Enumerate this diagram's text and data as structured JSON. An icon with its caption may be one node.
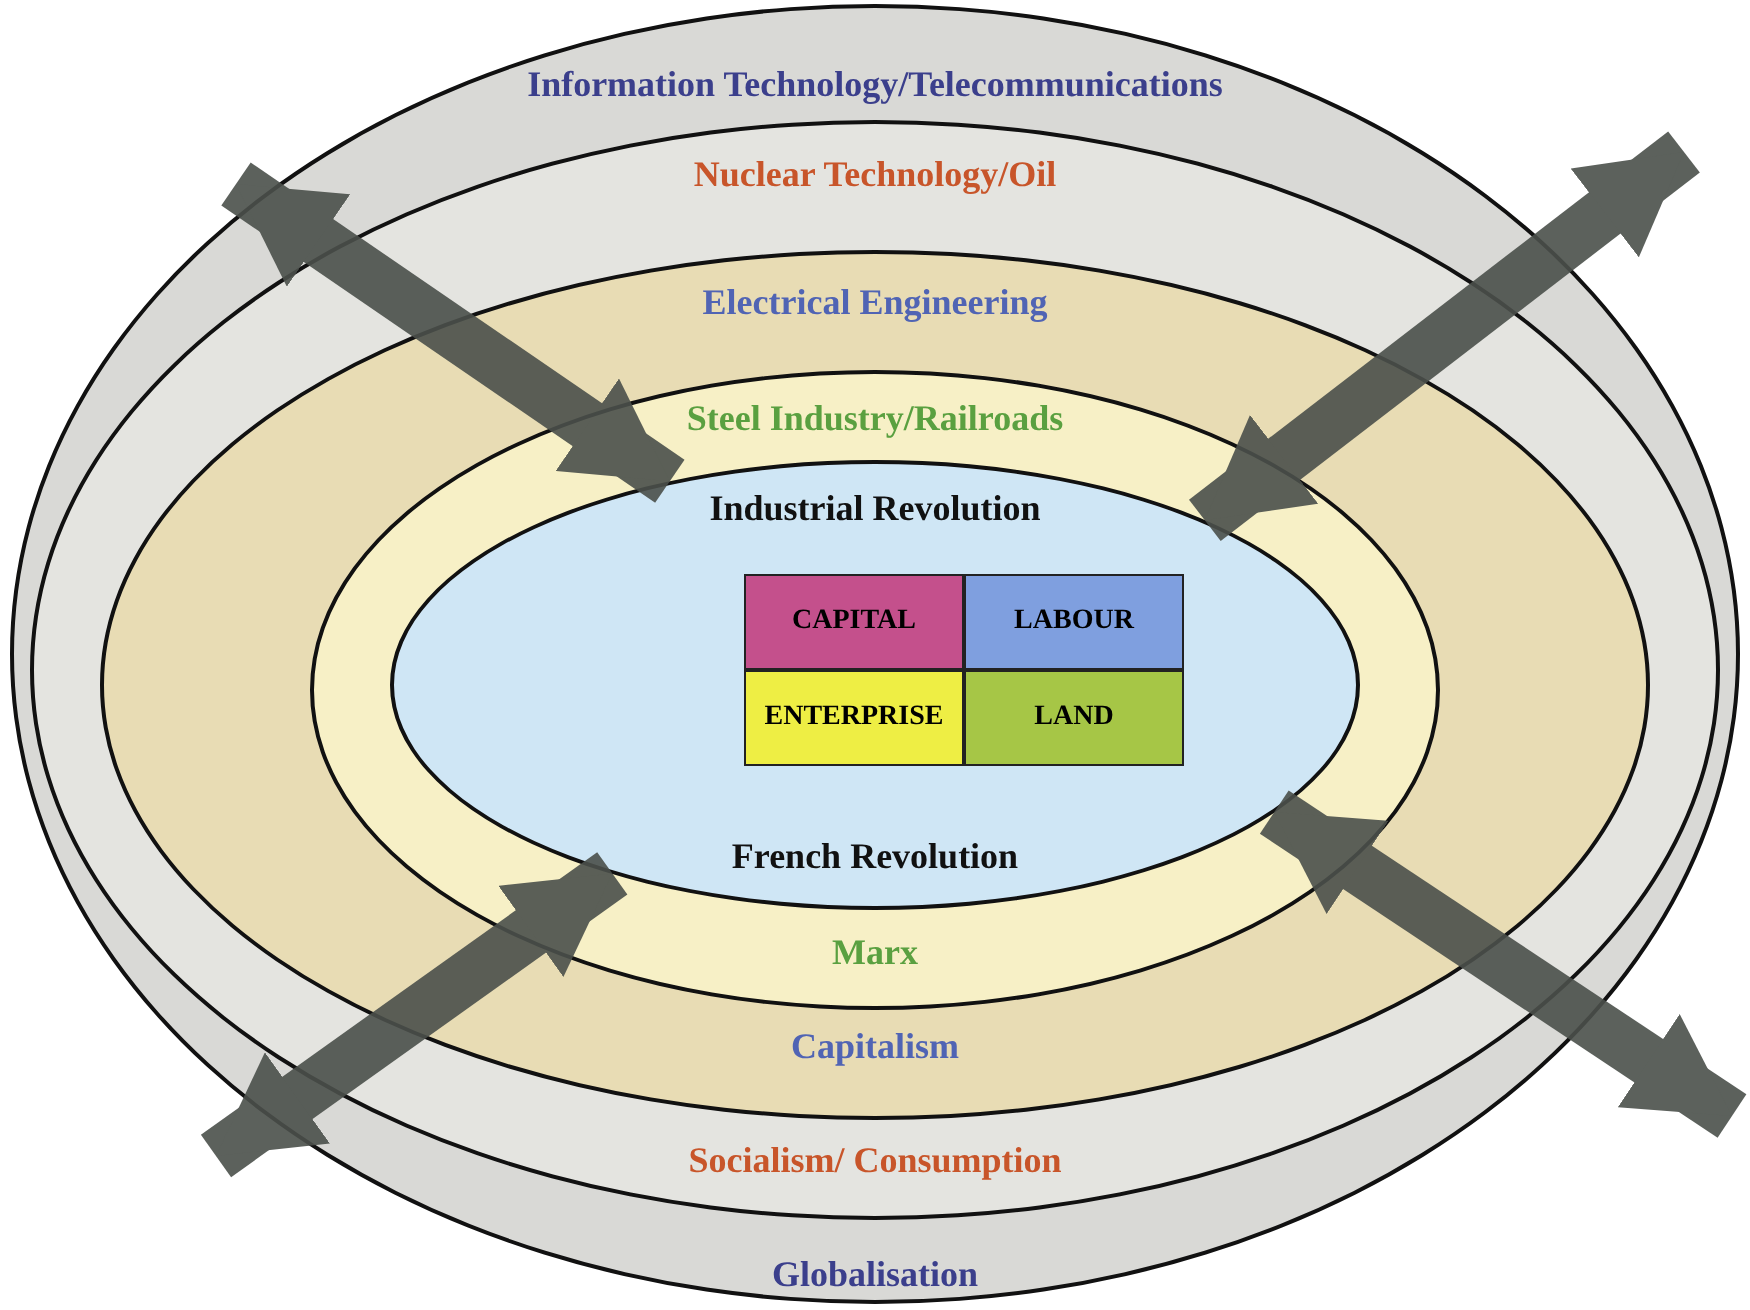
{
  "diagram": {
    "nodes": [
      {
        "text": [
          "Information Technology/Telecommunications",
          "Globalisation"
        ]
      },
      {
        "text": [
          "Nuclear Technology/Oil",
          "Socialism/ Consumption"
        ],
        "in": 0
      },
      {
        "text": [
          "Electrical Engineering",
          "Capitalism"
        ],
        "in": 1
      },
      {
        "text": [
          "Steel Industry/Railroads",
          "Marx"
        ],
        "in": 2
      },
      {
        "text": [
          "Industrial Revolution",
          "French Revolution"
        ],
        "in": 3
      },
      {
        "text": [
          "CAPITAL"
        ],
        "in": 4
      },
      {
        "text": [
          "LABOUR"
        ],
        "in": 4
      },
      {
        "text": [
          "ENTERPRISE"
        ],
        "in": 4
      },
      {
        "text": [
          "LAND"
        ],
        "in": 4
      }
    ],
    "edges": [
      {
        "from": null,
        "to": 4,
        "arrow": "both"
      },
      {
        "from": null,
        "to": 4,
        "arrow": "both"
      },
      {
        "from": null,
        "to": 4,
        "arrow": "both"
      },
      {
        "from": null,
        "to": 4,
        "arrow": "both"
      }
    ]
  }
}
